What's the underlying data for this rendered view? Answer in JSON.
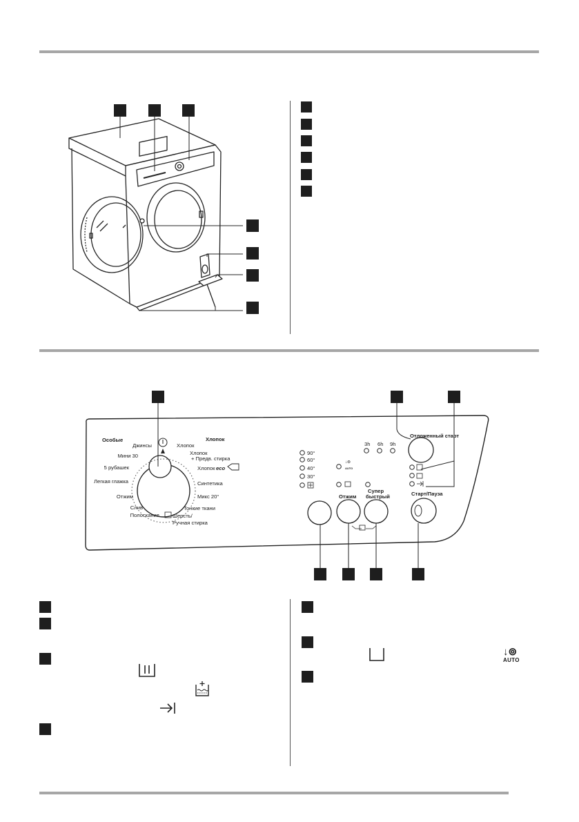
{
  "panel": {
    "section_left": "Особые",
    "section_right": "Хлопок",
    "programs_left": [
      "Джинсы",
      "Мини 30",
      "5 рубашек",
      "Легкая глажка",
      "Отжим",
      "Слив",
      "Полоскание"
    ],
    "programs_right": [
      "Хлопок",
      "Хлопок",
      "+ Предв. стирка",
      "Хлопок",
      "eco",
      "Синтетика",
      "Микс 20°",
      "Тонкие ткани",
      "Шерсть/",
      "Ручная стирка"
    ],
    "temperatures": [
      "90°",
      "60°",
      "40°",
      "30°"
    ],
    "auto_label": "AUTO",
    "delay_hours": [
      "3h",
      "6h",
      "9h"
    ],
    "delay_button": "Отложенный старт",
    "spin_button": "Отжим",
    "super_quick_line1": "Супер",
    "super_quick_line2": "быстрый",
    "start_pause": "Старт/Пауза"
  },
  "legend_icons": {
    "auto_label": "AUTO"
  }
}
